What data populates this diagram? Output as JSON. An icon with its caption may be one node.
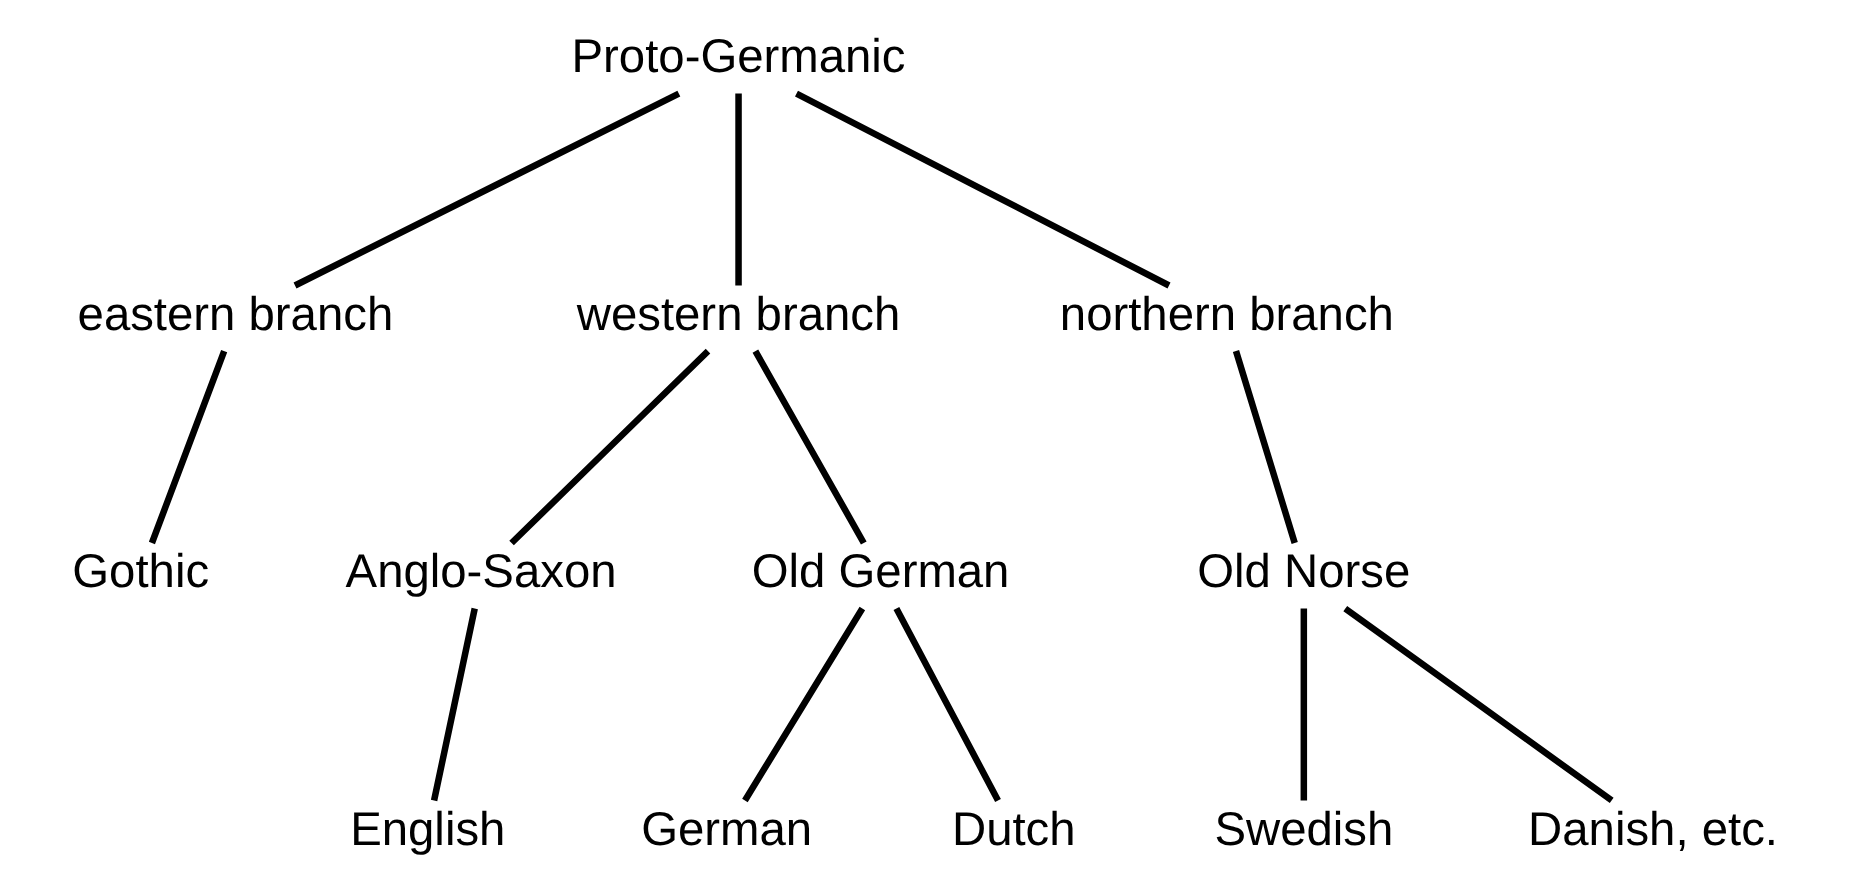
{
  "diagram": {
    "nodes": [
      {
        "text": [
          "Proto-Germanic"
        ]
      },
      {
        "text": [
          "eastern branch"
        ]
      },
      {
        "text": [
          "western branch"
        ]
      },
      {
        "text": [
          "northern branch"
        ]
      },
      {
        "text": [
          "Gothic"
        ]
      },
      {
        "text": [
          "Anglo-Saxon"
        ]
      },
      {
        "text": [
          "Old German"
        ]
      },
      {
        "text": [
          "Old Norse"
        ]
      },
      {
        "text": [
          "English"
        ]
      },
      {
        "text": [
          "German"
        ]
      },
      {
        "text": [
          "Dutch"
        ]
      },
      {
        "text": [
          "Swedish"
        ]
      },
      {
        "text": [
          "Danish, etc."
        ]
      }
    ],
    "edges": [
      {
        "from": 0,
        "to": 1,
        "arrow": "none"
      },
      {
        "from": 0,
        "to": 2,
        "arrow": "none"
      },
      {
        "from": 0,
        "to": 3,
        "arrow": "none"
      },
      {
        "from": 1,
        "to": 4,
        "arrow": "none"
      },
      {
        "from": 2,
        "to": 5,
        "arrow": "none"
      },
      {
        "from": 2,
        "to": 6,
        "arrow": "none"
      },
      {
        "from": 3,
        "to": 7,
        "arrow": "none"
      },
      {
        "from": 5,
        "to": 8,
        "arrow": "none"
      },
      {
        "from": 6,
        "to": 9,
        "arrow": "none"
      },
      {
        "from": 6,
        "to": 10,
        "arrow": "none"
      },
      {
        "from": 7,
        "to": 11,
        "arrow": "none"
      },
      {
        "from": 7,
        "to": 12,
        "arrow": "none"
      }
    ]
  }
}
